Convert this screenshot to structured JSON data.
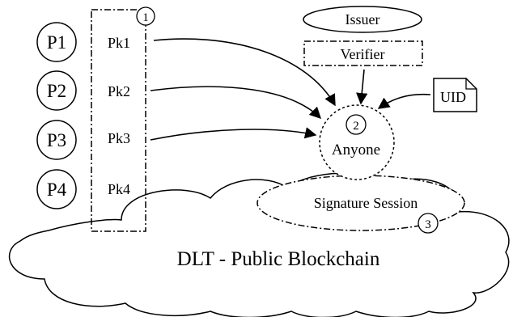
{
  "participants": [
    {
      "label": "P1",
      "key": "Pk1"
    },
    {
      "label": "P2",
      "key": "Pk2"
    },
    {
      "label": "P3",
      "key": "Pk3"
    },
    {
      "label": "P4",
      "key": "Pk4"
    }
  ],
  "issuer": "Issuer",
  "verifier": "Verifier",
  "uid": "UID",
  "anyone": "Anyone",
  "signature_session": "Signature Session",
  "blockchain": "DLT - Public Blockchain",
  "steps": [
    "1",
    "2",
    "3"
  ]
}
